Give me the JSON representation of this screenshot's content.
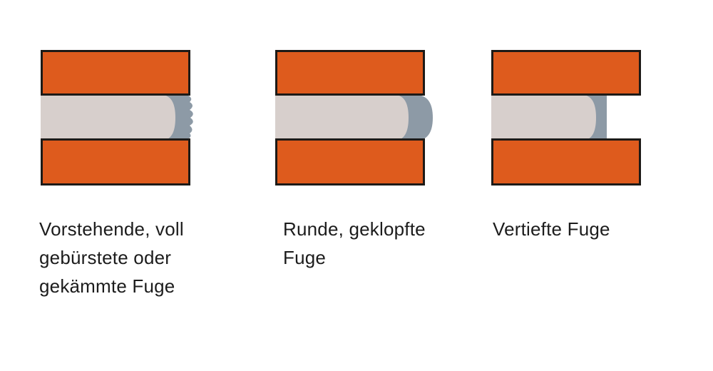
{
  "background": "#ffffff",
  "colors": {
    "brick": "#DE5B1D",
    "brick_border": "#1D1A17",
    "mortar_bed": "#D7CFCC",
    "mortar_joint": "#8D9AA6",
    "label_text": "#1C1C1C"
  },
  "diagrams": [
    {
      "joint_type": "vorstehende-voll-gebuerstete-oder-gekaemmte-fuge",
      "label_lines": [
        "Vorstehende, voll",
        "gebürstete oder",
        "gekämmte Fuge"
      ]
    },
    {
      "joint_type": "runde-geklopfte-fuge",
      "label_lines": [
        "Runde, geklopfte",
        "Fuge"
      ]
    },
    {
      "joint_type": "vertiefte-fuge",
      "label_lines": [
        "Vertiefte Fuge"
      ]
    }
  ]
}
